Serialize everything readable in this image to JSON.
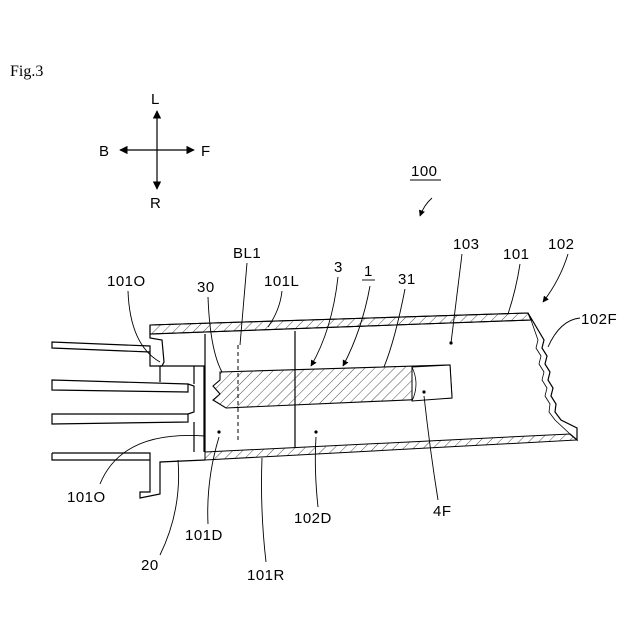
{
  "figure": {
    "title": "Fig.3",
    "directions": {
      "left": "L",
      "right": "R",
      "back": "B",
      "front": "F"
    },
    "labels": {
      "assembly": "100",
      "label_101": "101",
      "label_102": "102",
      "label_103": "103",
      "label_102F": "102F",
      "label_101O_top": "101O",
      "label_101O_bottom": "101O",
      "label_BL1": "BL1",
      "label_30": "30",
      "label_101L": "101L",
      "label_3": "3",
      "label_1": "1",
      "label_31": "31",
      "label_20": "20",
      "label_101D": "101D",
      "label_101R": "101R",
      "label_102D": "102D",
      "label_4F": "4F"
    }
  },
  "colors": {
    "ink": "#000000",
    "background": "#ffffff"
  }
}
